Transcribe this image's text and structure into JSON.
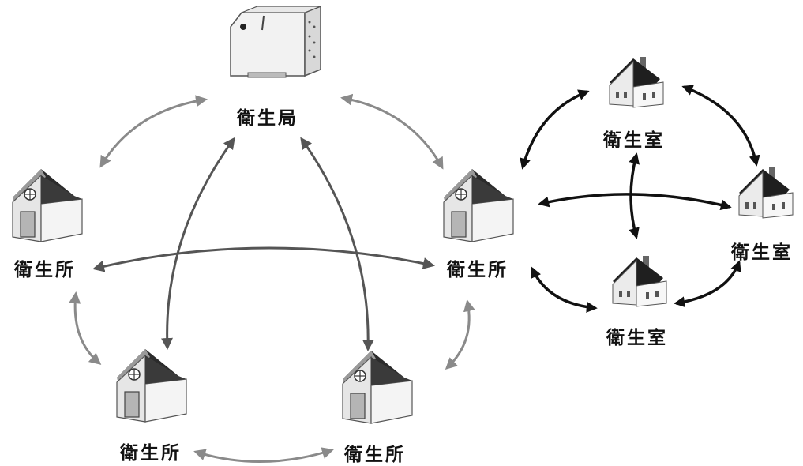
{
  "labels": {
    "bureau": "衛生局",
    "station_left": "衛生所",
    "station_right": "衛生所",
    "station_bottom_left": "衛生所",
    "station_bottom_right": "衛生所",
    "room_top": "衛生室",
    "room_right": "衛生室",
    "room_bottom": "衛生室"
  },
  "icons": {
    "bureau": "building-icon",
    "station": "health-station-house-icon",
    "room": "health-room-house-icon"
  },
  "colors": {
    "outer_arrow": "#8a8a8a",
    "inner_arrow": "#555555",
    "cluster_arrow": "#111111",
    "roof_dark": "#222222",
    "house_light": "#f0f0f0"
  }
}
